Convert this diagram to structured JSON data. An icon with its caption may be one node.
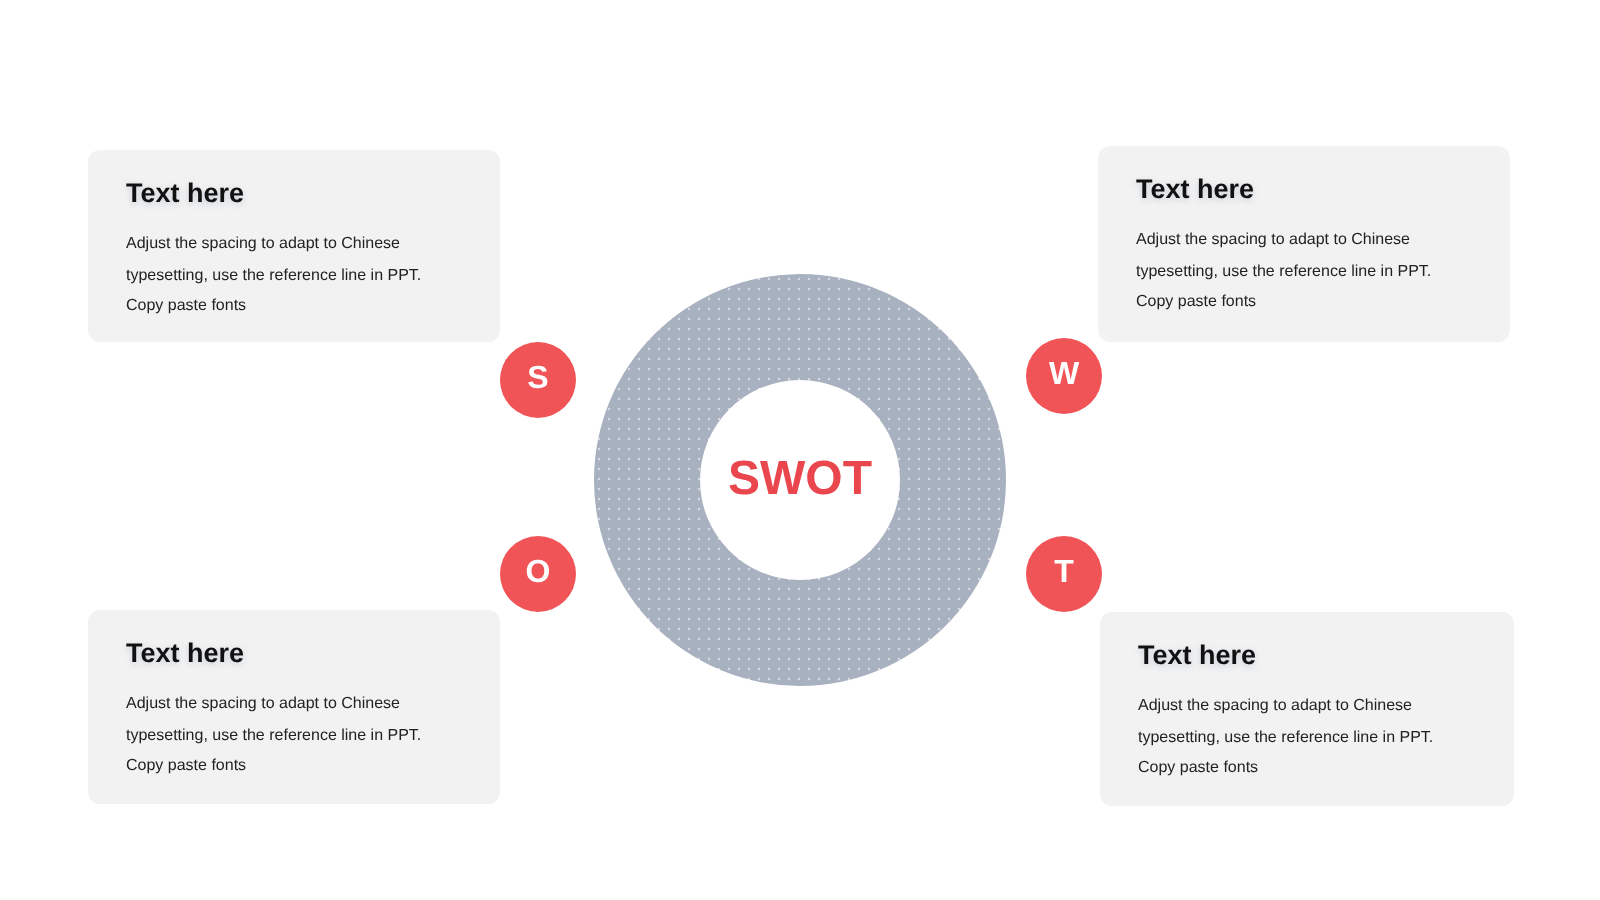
{
  "diagram": {
    "nodes": [
      {
        "text": [
          "Text here",
          "Adjust the spacing to adapt to Chinese typesetting, use the reference line in PPT. Copy paste fonts"
        ]
      },
      {
        "text": [
          "Text here",
          "Adjust the spacing to adapt to Chinese typesetting, use the reference line in PPT. Copy paste fonts"
        ]
      },
      {
        "text": [
          "S"
        ]
      },
      {
        "text": [
          "W"
        ]
      },
      {
        "text": [
          "SWOT"
        ]
      },
      {
        "text": [
          "O"
        ]
      },
      {
        "text": [
          "T"
        ]
      },
      {
        "text": [
          "Text here",
          "Adjust the spacing to adapt to Chinese typesetting, use the reference line in PPT. Copy paste fonts"
        ]
      },
      {
        "text": [
          "Text here",
          "Adjust the spacing to adapt to Chinese typesetting, use the reference line in PPT. Copy paste fonts"
        ]
      }
    ]
  }
}
